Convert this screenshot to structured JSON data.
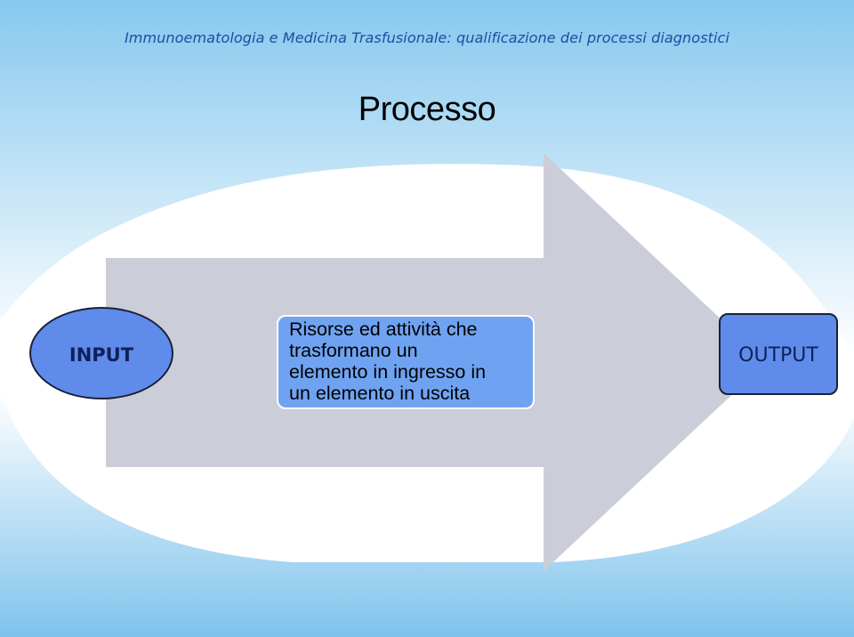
{
  "header": {
    "text": "Immunoematologia e Medicina Trasfusionale: qualificazione dei processi diagnostici"
  },
  "title": "Processo",
  "diagram": {
    "input_label": "INPUT",
    "process_lines": [
      "Risorse ed attività che",
      "trasformano un",
      "elemento in ingresso in",
      "un elemento in uscita"
    ],
    "output_label": "OUTPUT"
  },
  "colors": {
    "header_text": "#1a4fa3",
    "arrow_fill": "#cbced8",
    "node_fill": "#5f8cea",
    "process_fill": "#6fa3f2",
    "background_gradient": "#7ec3ec"
  }
}
